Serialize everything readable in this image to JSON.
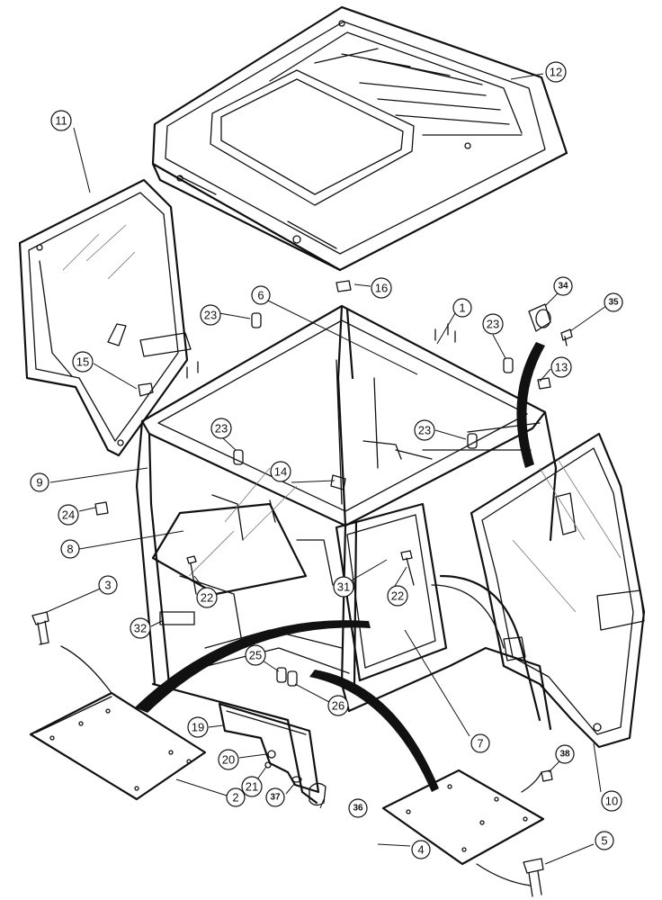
{
  "callouts": {
    "c1": "1",
    "c2": "2",
    "c3": "3",
    "c4": "4",
    "c5": "5",
    "c6": "6",
    "c7": "7",
    "c8": "8",
    "c9": "9",
    "c10": "10",
    "c11": "11",
    "c12": "12",
    "c13": "13",
    "c14": "14",
    "c15": "15",
    "c16": "16",
    "c19": "19",
    "c20": "20",
    "c21": "21",
    "c22a": "22",
    "c22b": "22",
    "c23a": "23",
    "c23b": "23",
    "c23c": "23",
    "c23d": "23",
    "c24": "24",
    "c25": "25",
    "c26": "26",
    "c31": "31",
    "c32": "32",
    "c34": "34",
    "c35": "35",
    "c36": "36",
    "c37": "37",
    "c38": "38"
  }
}
